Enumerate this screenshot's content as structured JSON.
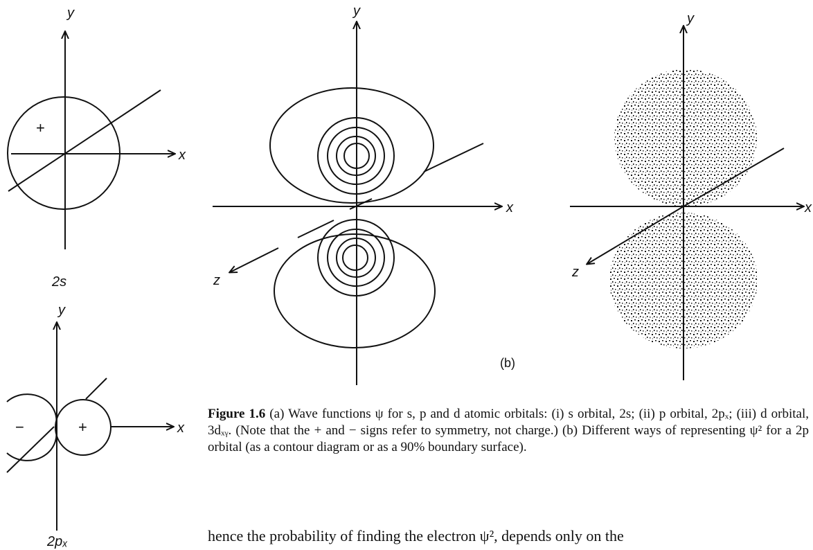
{
  "axis_labels": {
    "x": "x",
    "y": "y",
    "z": "z"
  },
  "signs": {
    "plus": "+",
    "minus": "−"
  },
  "orbital_labels": {
    "s": "2s",
    "p": "2pₓ"
  },
  "part_label": "(b)",
  "caption": {
    "figure": "Figure 1.6",
    "text": " (a) Wave functions ψ for s, p and d atomic orbitals: (i) s orbital, 2s; (ii) p orbital, 2pₓ; (iii) d orbital, 3dₓᵧ. (Note that the + and − signs refer to symmetry, not charge.) (b) Different ways of representing ψ² for a 2p orbital (as a contour diagram or as a 90% boundary surface)."
  },
  "body_text": "hence the probability of finding the electron ψ², depends only on the"
}
